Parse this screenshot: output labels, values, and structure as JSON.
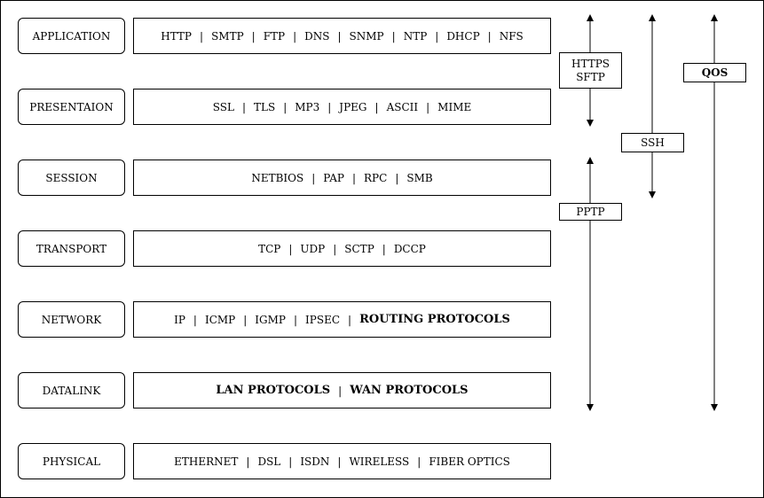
{
  "layers": [
    {
      "name": "APPLICATION",
      "protocols": [
        "HTTP",
        "SMTP",
        "FTP",
        "DNS",
        "SNMP",
        "NTP",
        "DHCP",
        "NFS"
      ],
      "bold": false
    },
    {
      "name": "PRESENTAION",
      "protocols": [
        "SSL",
        "TLS",
        "MP3",
        "JPEG",
        "ASCII",
        "MIME"
      ],
      "bold": false
    },
    {
      "name": "SESSION",
      "protocols": [
        "NETBIOS",
        "PAP",
        "RPC",
        "SMB"
      ],
      "bold": false
    },
    {
      "name": "TRANSPORT",
      "protocols": [
        "TCP",
        "UDP",
        "SCTP",
        "DCCP"
      ],
      "bold": false
    },
    {
      "name": "NETWORK",
      "protocols": [
        "IP",
        "ICMP",
        "IGMP",
        "IPSEC",
        "ROUTING PROTOCOLS"
      ],
      "boldItems": [
        "ROUTING PROTOCOLS"
      ]
    },
    {
      "name": "DATALINK",
      "protocols": [
        "LAN PROTOCOLS",
        "WAN PROTOCOLS"
      ],
      "boldItems": [
        "LAN PROTOCOLS",
        "WAN PROTOCOLS"
      ]
    },
    {
      "name": "PHYSICAL",
      "protocols": [
        "ETHERNET",
        "DSL",
        "ISDN",
        "WIRELESS",
        "FIBER OPTICS"
      ],
      "bold": false
    }
  ],
  "separator": "|",
  "spanning": {
    "https_sftp": {
      "line1": "HTTPS",
      "line2": "SFTP"
    },
    "pptp": {
      "label": "PPTP"
    },
    "ssh": {
      "label": "SSH"
    },
    "qos": {
      "label": "QOS"
    }
  }
}
